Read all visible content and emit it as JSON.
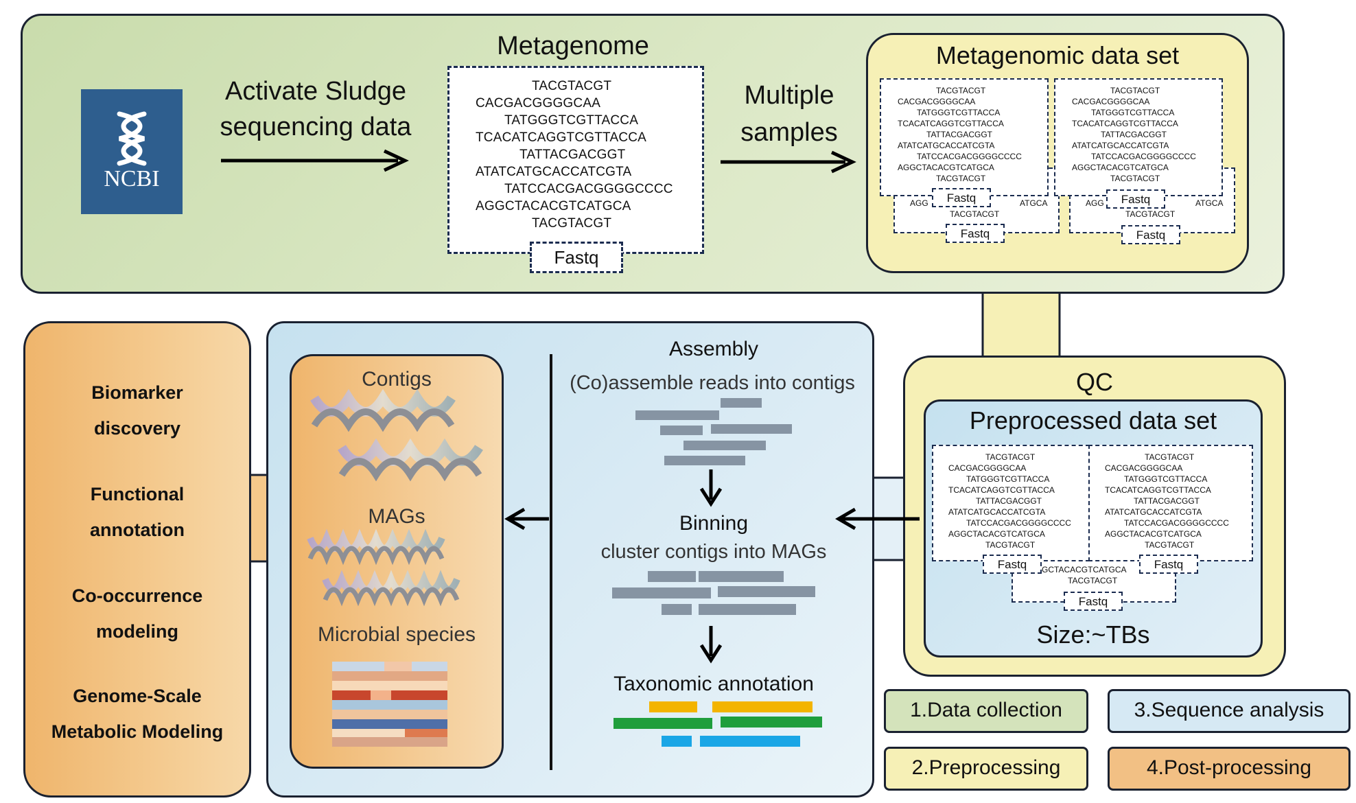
{
  "ncbi_logo": {
    "text": "NCBI"
  },
  "data_collection": {
    "source_label": [
      "Activate Sludge",
      "sequencing data"
    ],
    "metagenome_title": "Metagenome",
    "metagenome_seqs": [
      "TACGTACGT",
      "CACGACGGGGCAA",
      "TATGGGTCGTTACCA",
      "TCACATCAGGTCGTTACCA",
      "TATTACGACGGT",
      "ATATCATGCACCATCGTA",
      "TATCCACGACGGGGCCCC",
      "AGGCTACACGTCATGCA",
      "TACGTACGT"
    ],
    "metagenome_fastq": "Fastq",
    "multiple_label": [
      "Multiple",
      "samples"
    ],
    "dataset_title": "Metagenomic data set",
    "dataset_seqs": [
      "TACGTACGT",
      "CACGACGGGGCAA",
      "TATGGGTCGTTACCA",
      "TCACATCAGGTCGTTACCA",
      "TATTACGACGGT",
      "ATATCATGCACCATCGTA",
      "TATCCACGACGGGGCCCC",
      "AGGCTACACGTCATGCA",
      "TACGTACGT"
    ],
    "dataset_back_left": "AGG",
    "dataset_back_right": "ATGCA",
    "dataset_back_last": "TACGTACGT",
    "fastq": "Fastq"
  },
  "preprocessing": {
    "qc_title": "QC",
    "preprocessed_title": "Preprocessed data set",
    "seqs": [
      "TACGTACGT",
      "CACGACGGGGCAA",
      "TATGGGTCGTTACCA",
      "TCACATCAGGTCGTTACCA",
      "TATTACGACGGT",
      "ATATCATGCACCATCGTA",
      "TATCCACGACGGGGCCCC",
      "AGGCTACACGTCATGCA",
      "TACGTACGT"
    ],
    "back_line1": "GCTACACGTCATGCA",
    "back_line2": "TACGTACGT",
    "fastq": "Fastq",
    "size_label": "Size:~TBs"
  },
  "sequence_analysis": {
    "assembly_title": "Assembly",
    "assembly_desc": "(Co)assemble reads into contigs",
    "binning_title": "Binning",
    "binning_desc": "cluster contigs into MAGs",
    "taxonomic_title": "Taxonomic annotation",
    "contigs_label": "Contigs",
    "mags_label": "MAGs",
    "species_label": "Microbial species"
  },
  "post_processing": {
    "items": [
      [
        "Biomarker",
        "discovery"
      ],
      [
        "Functional",
        "annotation"
      ],
      [
        "Co-occurrence",
        "modeling"
      ],
      [
        "Genome-Scale",
        "Metabolic Modeling"
      ]
    ]
  },
  "legend": {
    "data_collection": "1.Data collection",
    "preprocessing": "2.Preprocessing",
    "sequence_analysis": "3.Sequence analysis",
    "post_processing": "4.Post-processing"
  },
  "colors": {
    "data_collection": "#d4e3bb",
    "preprocessing": "#f6f0b6",
    "sequence_analysis": "#d6e9f4",
    "post_processing": "#f2c084",
    "read_gray": "#8694a3",
    "tax_yellow": "#f3b400",
    "tax_green": "#1f9e3c",
    "tax_blue": "#1aa6e6",
    "ncbi_blue": "#2e5e8e"
  }
}
